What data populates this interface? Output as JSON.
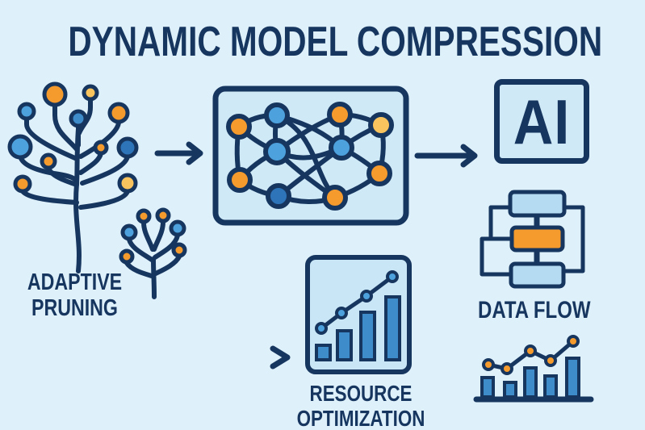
{
  "title": "DYNAMIC MODEL COMPRESSION",
  "labels": {
    "adaptive_pruning": "ADAPTIVE PRUNING",
    "ai_chip": "AI",
    "data_flow": "DATA FLOW",
    "resource_optimization": "RESOURCE OPTIMIZATION"
  },
  "colors": {
    "background": "#def0fa",
    "navy_outline": "#17365f",
    "orange_node": "#f59a2d",
    "light_orange_node": "#f9c45e",
    "bright_blue_node": "#4da2de",
    "medium_blue_fill": "#3f8ccb",
    "dark_blue_node": "#2e74b8",
    "panel_fill": "#cfe9f7",
    "flow_box_fill": "#b4dbf2"
  },
  "icons": {
    "pruning_tree_large": "large branching tree with orange and blue node tips",
    "pruning_tree_small": "small pruned tree sprout",
    "neural_network_panel": "fully-connected network of orange and blue nodes in rounded panel",
    "ai_chip_panel": "AI label in rounded square panel",
    "data_flow_blocks": "three stacked connected blocks, middle block orange",
    "resource_optimization_chart": "rising bar chart with trend line in rounded panel",
    "performance_mini_chart": "bar chart with zigzag trend line and orange markers",
    "arrow_right_1": "right arrow",
    "arrow_right_2": "right arrow",
    "arrow_long_fade": "long fading right arrow"
  }
}
